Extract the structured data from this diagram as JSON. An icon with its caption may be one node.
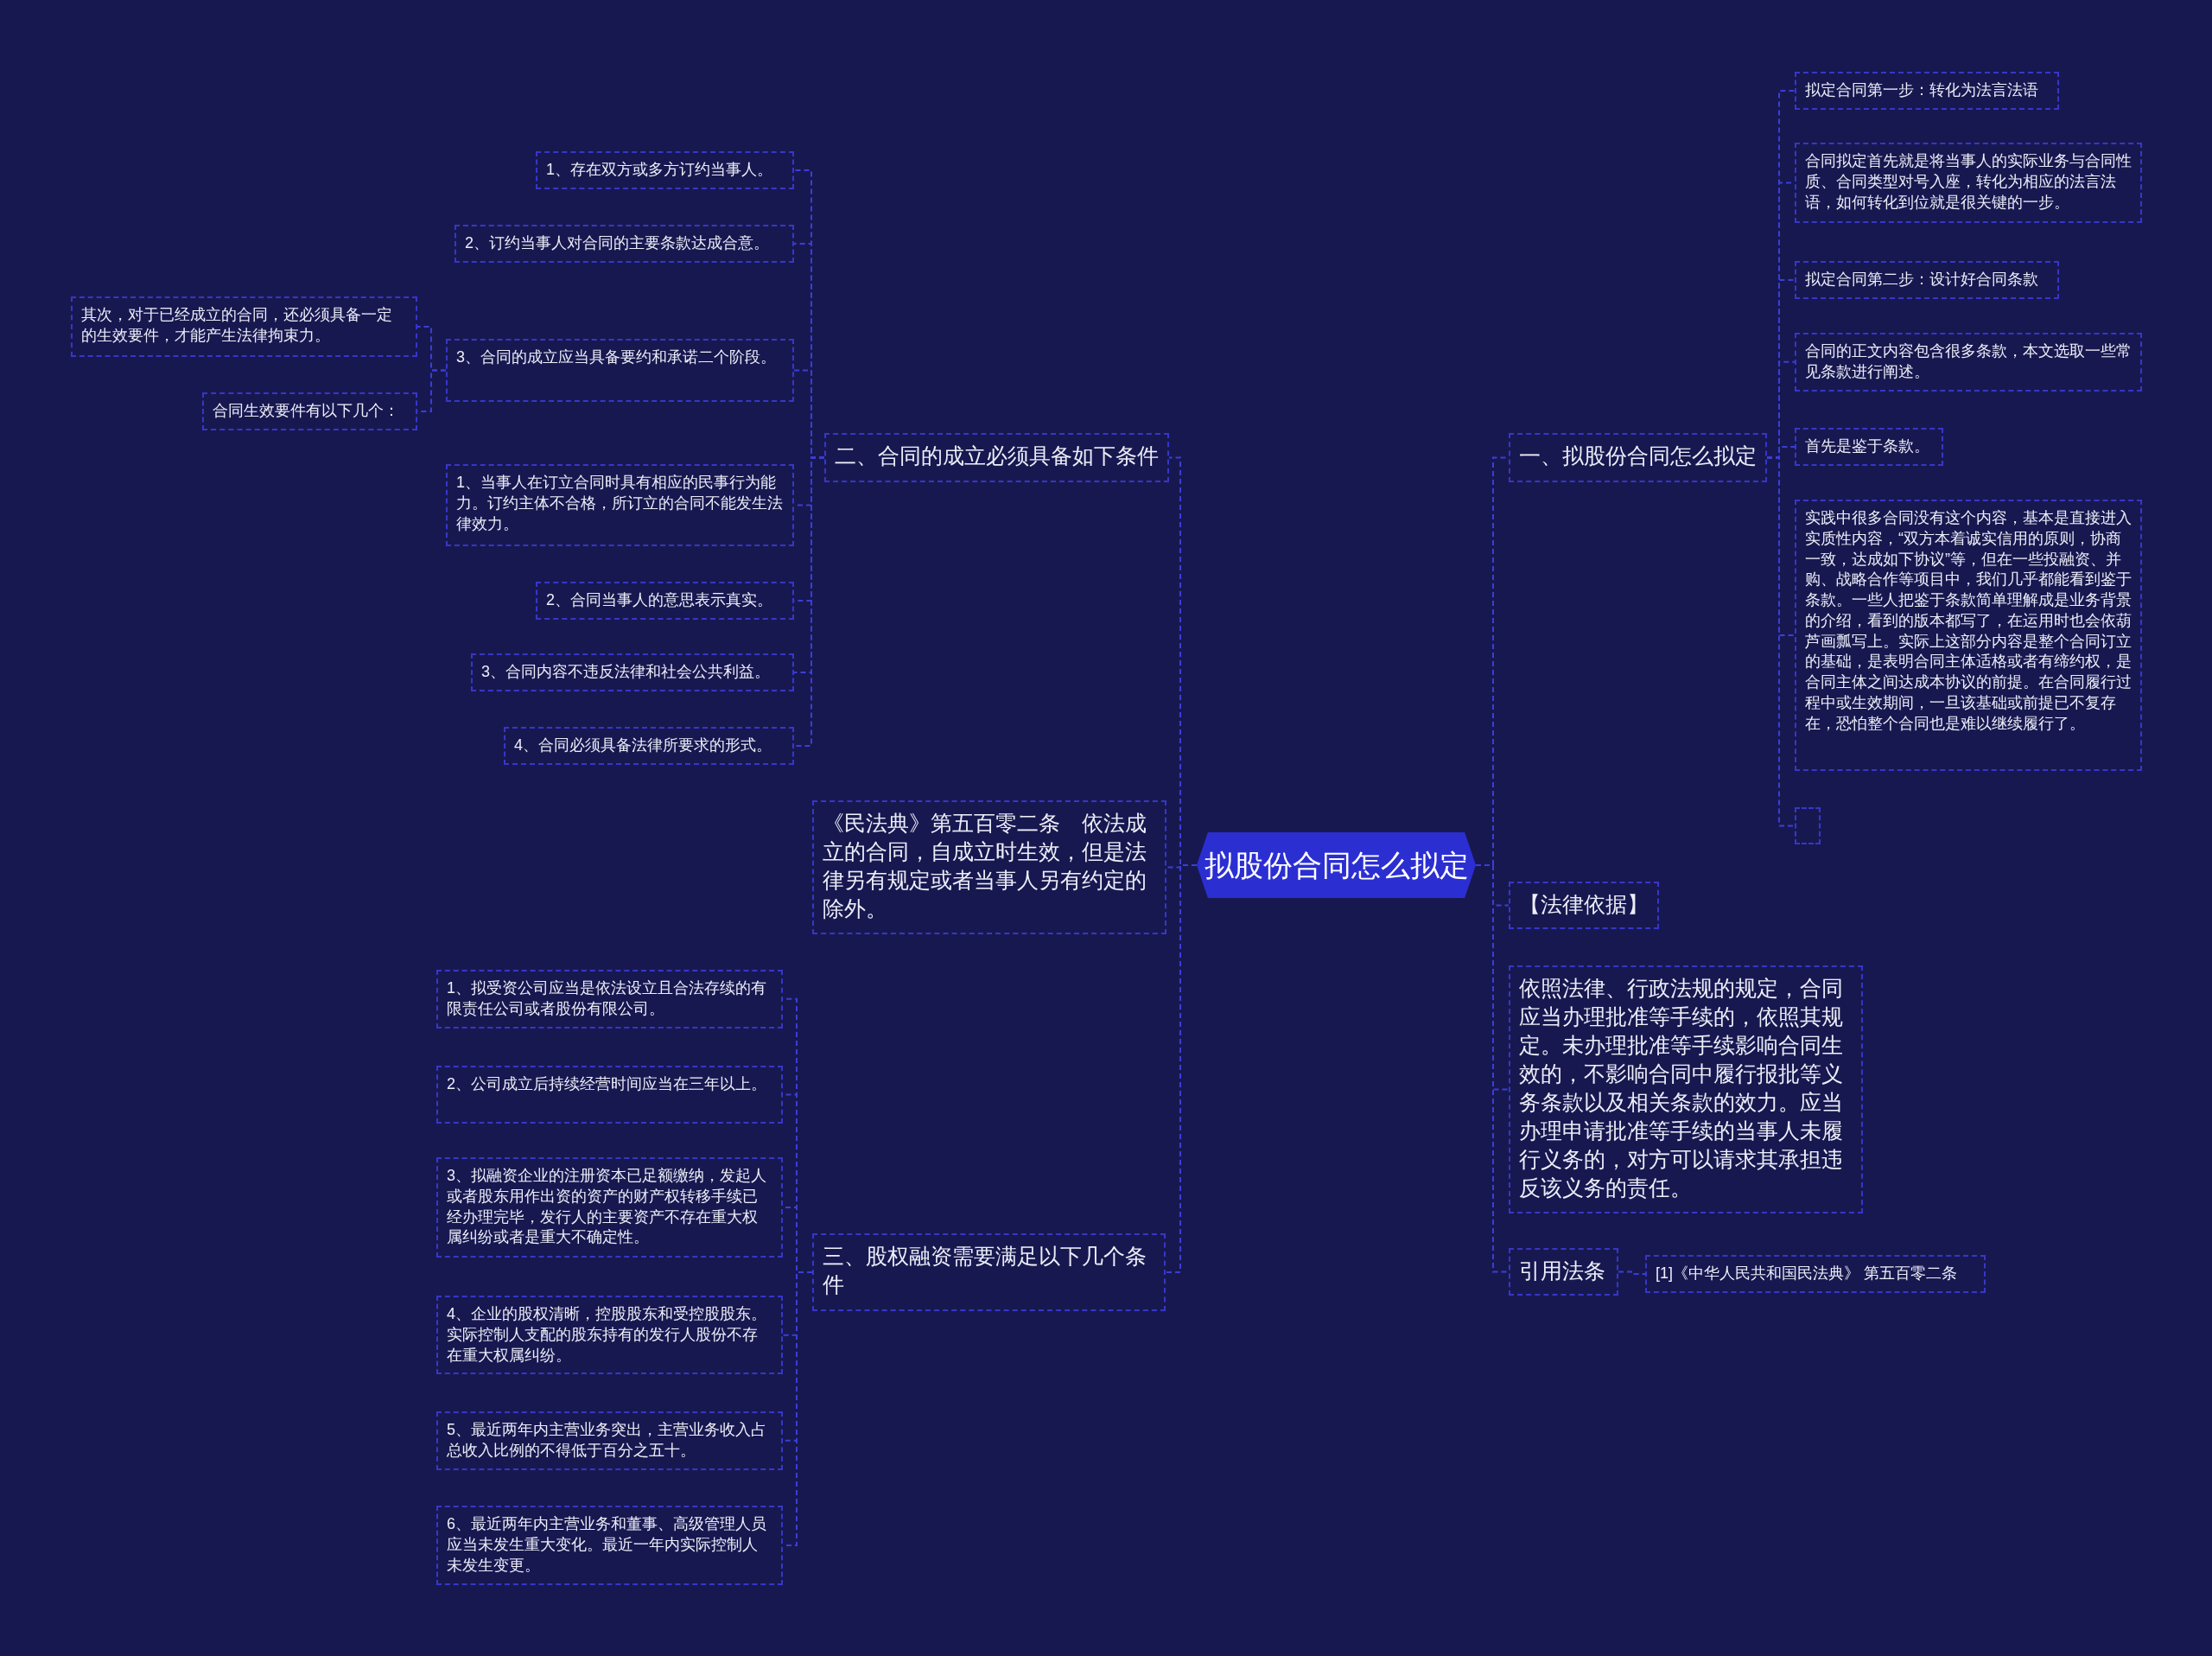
{
  "diagram": {
    "nodes": [
      {
        "text": [
          "拟股份合同怎么拟定"
        ]
      },
      {
        "text": [
          "一、拟股份合同怎么拟定"
        ]
      },
      {
        "text": [
          "拟定合同第一步：转化为法言法语"
        ]
      },
      {
        "text": [
          "合同拟定首先就是将当事人的实际业务与合同性质、合同类型对号入座，转化为相应的法言法语，如何转化到位就是很关键的一步。"
        ]
      },
      {
        "text": [
          "拟定合同第二步：设计好合同条款"
        ]
      },
      {
        "text": [
          "合同的正文内容包含很多条款，本文选取一些常见条款进行阐述。"
        ]
      },
      {
        "text": [
          "首先是鉴于条款。"
        ]
      },
      {
        "text": [
          "实践中很多合同没有这个内容，基本是直接进入实质性内容，“双方本着诚实信用的原则，协商一致，达成如下协议”等，但在一些投融资、并购、战略合作等项目中，我们几乎都能看到鉴于条款。一些人把鉴于条款简单理解成是业务背景的介绍，看到的版本都写了，在运用时也会依葫芦画瓢写上。实际上这部分内容是整个合同订立的基础，是表明合同主体适格或者有缔约权，是合同主体之间达成本协议的前提。在合同履行过程中或生效期间，一旦该基础或前提已不复存在，恐怕整个合同也是难以继续履行了。"
        ]
      },
      {
        "text": [],
        "shape": "box"
      },
      {
        "text": [
          "【法律依据】"
        ]
      },
      {
        "text": [
          "依照法律、行政法规的规定，合同应当办理批准等手续的，依照其规定。未办理批准等手续影响合同生效的，不影响合同中履行报批等义务条款以及相关条款的效力。应当办理申请批准等手续的当事人未履行义务的，对方可以请求其承担违反该义务的责任。"
        ]
      },
      {
        "text": [
          "引用法条"
        ]
      },
      {
        "text": [
          "[1]《中华人民共和国民法典》 第五百零二条"
        ]
      },
      {
        "text": [
          "二、合同的成立必须具备如下条件"
        ]
      },
      {
        "text": [
          "1、存在双方或多方订约当事人。"
        ]
      },
      {
        "text": [
          "2、订约当事人对合同的主要条款达成合意。"
        ]
      },
      {
        "text": [
          "3、合同的成立应当具备要约和承诺二个阶段。"
        ]
      },
      {
        "text": [
          "其次，对于已经成立的合同，还必须具备一定的生效要件，才能产生法律拘束力。"
        ]
      },
      {
        "text": [
          "合同生效要件有以下几个："
        ]
      },
      {
        "text": [
          "1、当事人在订立合同时具有相应的民事行为能力。订约主体不合格，所订立的合同不能发生法律效力。"
        ]
      },
      {
        "text": [
          "2、合同当事人的意思表示真实。"
        ]
      },
      {
        "text": [
          "3、合同内容不违反法律和社会公共利益。"
        ]
      },
      {
        "text": [
          "4、合同必须具备法律所要求的形式。"
        ]
      },
      {
        "text": [
          "《民法典》第五百零二条　依法成立的合同，自成立时生效，但是法律另有规定或者当事人另有约定的除外。"
        ]
      },
      {
        "text": [
          "三、股权融资需要满足以下几个条件"
        ]
      },
      {
        "text": [
          "1、拟受资公司应当是依法设立且合法存续的有限责任公司或者股份有限公司。"
        ]
      },
      {
        "text": [
          "2、公司成立后持续经营时间应当在三年以上。"
        ]
      },
      {
        "text": [
          "3、拟融资企业的注册资本已足额缴纳，发起人或者股东用作出资的资产的财产权转移手续已经办理完毕，发行人的主要资产不存在重大权属纠纷或者是重大不确定性。"
        ]
      },
      {
        "text": [
          "4、企业的股权清晰，控股股东和受控股股东。实际控制人支配的股东持有的发行人股份不存在重大权属纠纷。"
        ]
      },
      {
        "text": [
          "5、最近两年内主营业务突出，主营业务收入占总收入比例的不得低于百分之五十。"
        ]
      },
      {
        "text": [
          "6、最近两年内主营业务和董事、高级管理人员应当未发生重大变化。最近一年内实际控制人未发生变更。"
        ]
      }
    ],
    "edges": [
      {
        "from": 0,
        "to": 1,
        "arrow": "none"
      },
      {
        "from": 1,
        "to": 2,
        "arrow": "none"
      },
      {
        "from": 1,
        "to": 3,
        "arrow": "none"
      },
      {
        "from": 1,
        "to": 4,
        "arrow": "none"
      },
      {
        "from": 1,
        "to": 5,
        "arrow": "none"
      },
      {
        "from": 1,
        "to": 6,
        "arrow": "none"
      },
      {
        "from": 1,
        "to": 7,
        "arrow": "none"
      },
      {
        "from": 1,
        "to": 8,
        "arrow": "none"
      },
      {
        "from": 0,
        "to": 9,
        "arrow": "none"
      },
      {
        "from": 0,
        "to": 10,
        "arrow": "none"
      },
      {
        "from": 0,
        "to": 11,
        "arrow": "none"
      },
      {
        "from": 11,
        "to": 12,
        "arrow": "none"
      },
      {
        "from": 0,
        "to": 13,
        "arrow": "none"
      },
      {
        "from": 13,
        "to": 14,
        "arrow": "none"
      },
      {
        "from": 13,
        "to": 15,
        "arrow": "none"
      },
      {
        "from": 13,
        "to": 16,
        "arrow": "none"
      },
      {
        "from": 16,
        "to": 17,
        "arrow": "none"
      },
      {
        "from": 16,
        "to": 18,
        "arrow": "none"
      },
      {
        "from": 13,
        "to": 19,
        "arrow": "none"
      },
      {
        "from": 13,
        "to": 20,
        "arrow": "none"
      },
      {
        "from": 13,
        "to": 21,
        "arrow": "none"
      },
      {
        "from": 13,
        "to": 22,
        "arrow": "none"
      },
      {
        "from": 0,
        "to": 23,
        "arrow": "none"
      },
      {
        "from": 0,
        "to": 24,
        "arrow": "none"
      },
      {
        "from": 24,
        "to": 25,
        "arrow": "none"
      },
      {
        "from": 24,
        "to": 26,
        "arrow": "none"
      },
      {
        "from": 24,
        "to": 27,
        "arrow": "none"
      },
      {
        "from": 24,
        "to": 28,
        "arrow": "none"
      },
      {
        "from": 24,
        "to": 29,
        "arrow": "none"
      },
      {
        "from": 24,
        "to": 30,
        "arrow": "none"
      }
    ]
  }
}
